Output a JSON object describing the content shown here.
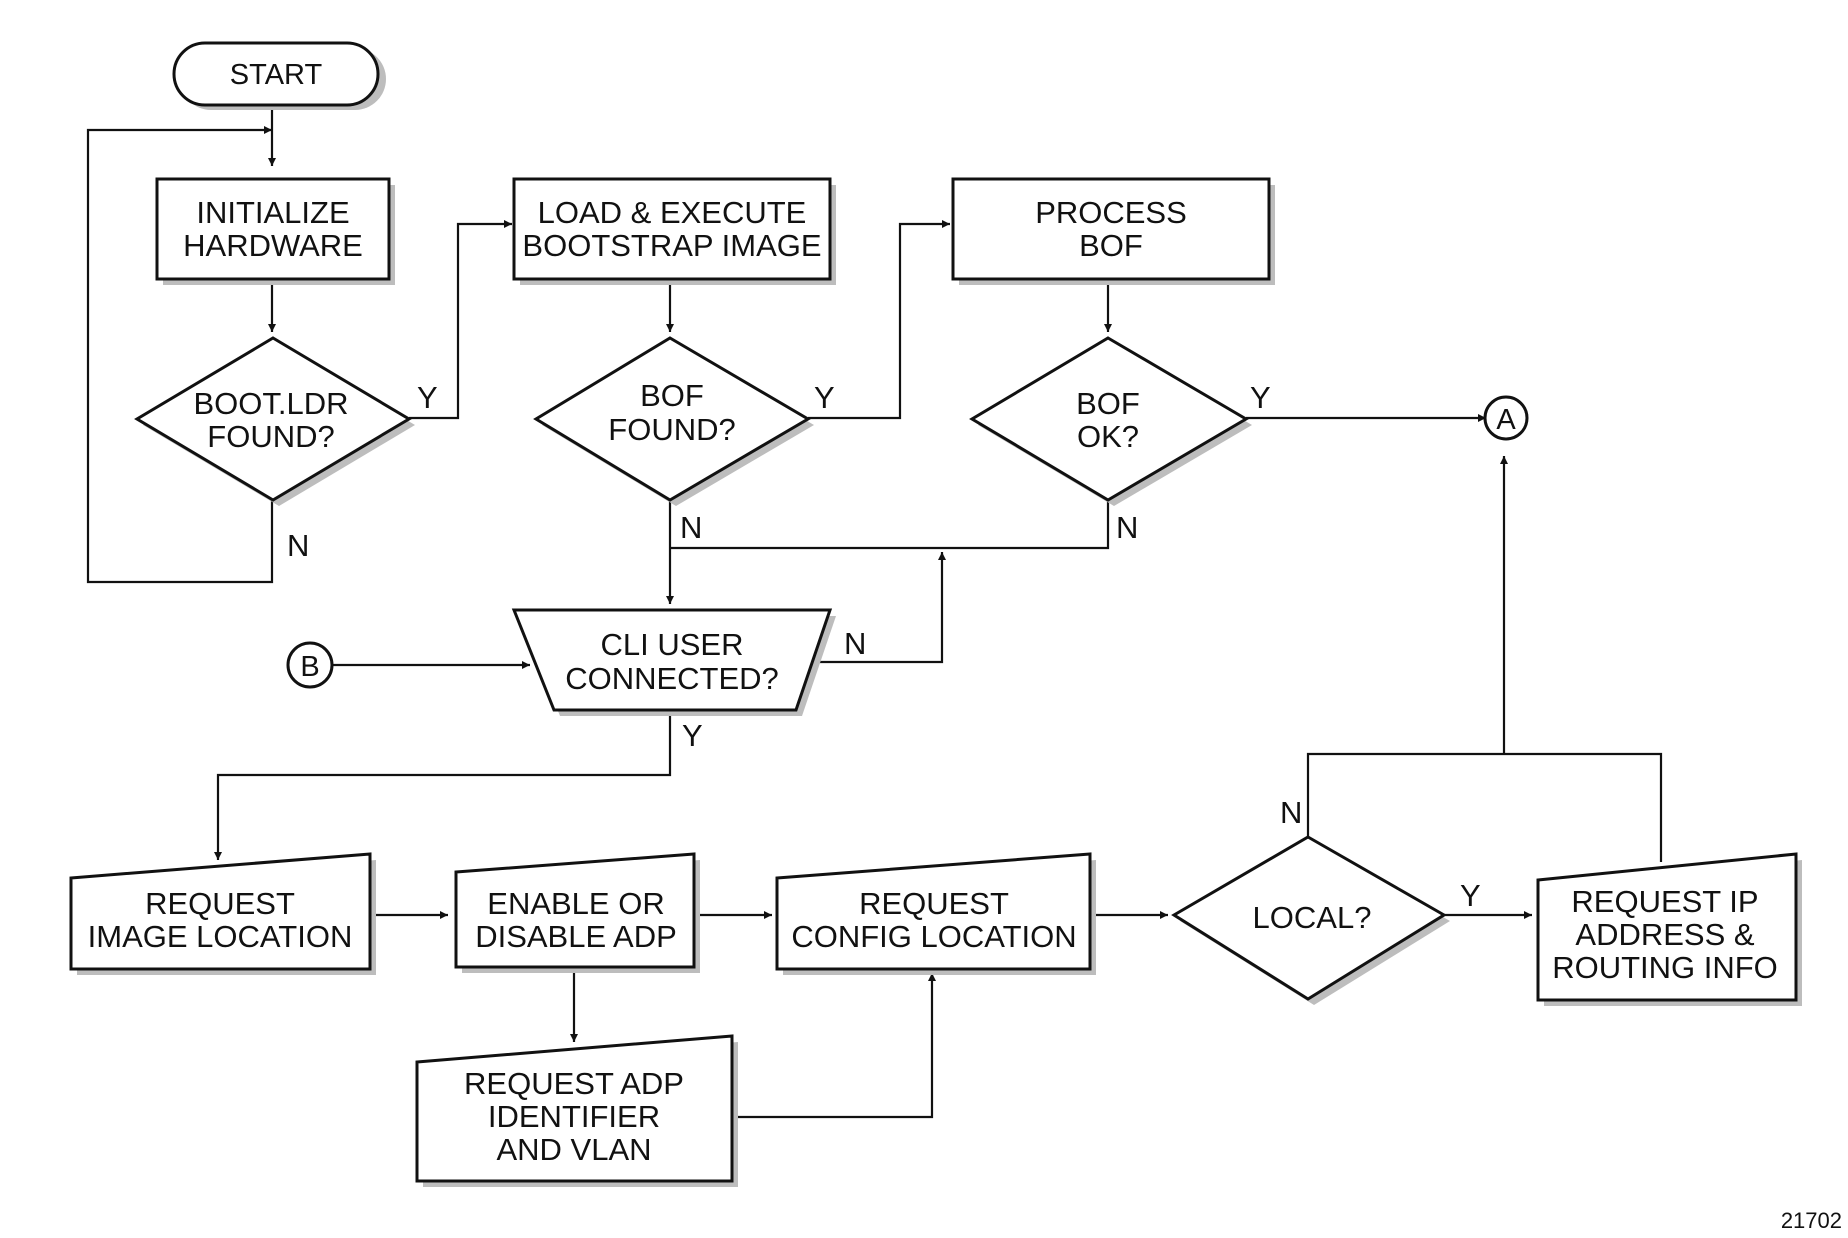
{
  "figure_id": "21702",
  "nodes": {
    "start": "START",
    "init_hw": [
      "INITIALIZE",
      "HARDWARE"
    ],
    "bootldr_found": [
      "BOOT.LDR",
      "FOUND?"
    ],
    "load_exec": [
      "LOAD & EXECUTE",
      "BOOTSTRAP IMAGE"
    ],
    "bof_found": [
      "BOF",
      "FOUND?"
    ],
    "process_bof": [
      "PROCESS",
      "BOF"
    ],
    "bof_ok": [
      "BOF",
      "OK?"
    ],
    "cli_user": [
      "CLI USER",
      "CONNECTED?"
    ],
    "req_image": [
      "REQUEST",
      "IMAGE LOCATION"
    ],
    "enable_adp": [
      "ENABLE OR",
      "DISABLE ADP"
    ],
    "req_config": [
      "REQUEST",
      "CONFIG LOCATION"
    ],
    "local": "LOCAL?",
    "req_ip": [
      "REQUEST IP",
      "ADDRESS &",
      "ROUTING INFO"
    ],
    "req_adp_id": [
      "REQUEST ADP",
      "IDENTIFIER",
      "AND VLAN"
    ]
  },
  "connectors": {
    "a": "A",
    "b": "B"
  },
  "edge_labels": {
    "bootldr_yes": "Y",
    "bootldr_no": "N",
    "bof_found_yes": "Y",
    "bof_found_no": "N",
    "bof_ok_yes": "Y",
    "bof_ok_no": "N",
    "cli_no": "N",
    "cli_yes": "Y",
    "local_no": "N",
    "local_yes": "Y"
  }
}
